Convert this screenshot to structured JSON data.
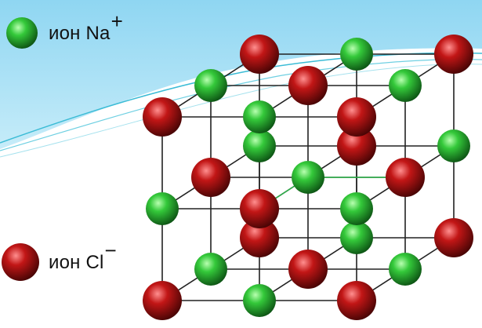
{
  "legend": {
    "na": {
      "text": "ион Na",
      "charge": "+",
      "color": "#1faa1f"
    },
    "cl": {
      "text": "ион Cl",
      "charge": "−",
      "color": "#b01010"
    }
  },
  "lattice": {
    "edge_color": "#222222",
    "bond_color": "#2bb84a",
    "grid": [
      [
        [
          "cl",
          "na",
          "cl"
        ],
        [
          "na",
          "cl",
          "na"
        ],
        [
          "cl",
          "na",
          "cl"
        ]
      ],
      [
        [
          "na",
          "cl",
          "na"
        ],
        [
          "cl",
          "na",
          "cl"
        ],
        [
          "na",
          "cl",
          "na"
        ]
      ],
      [
        [
          "cl",
          "na",
          "cl"
        ],
        [
          "na",
          "cl",
          "na"
        ],
        [
          "cl",
          "na",
          "cl"
        ]
      ]
    ]
  }
}
